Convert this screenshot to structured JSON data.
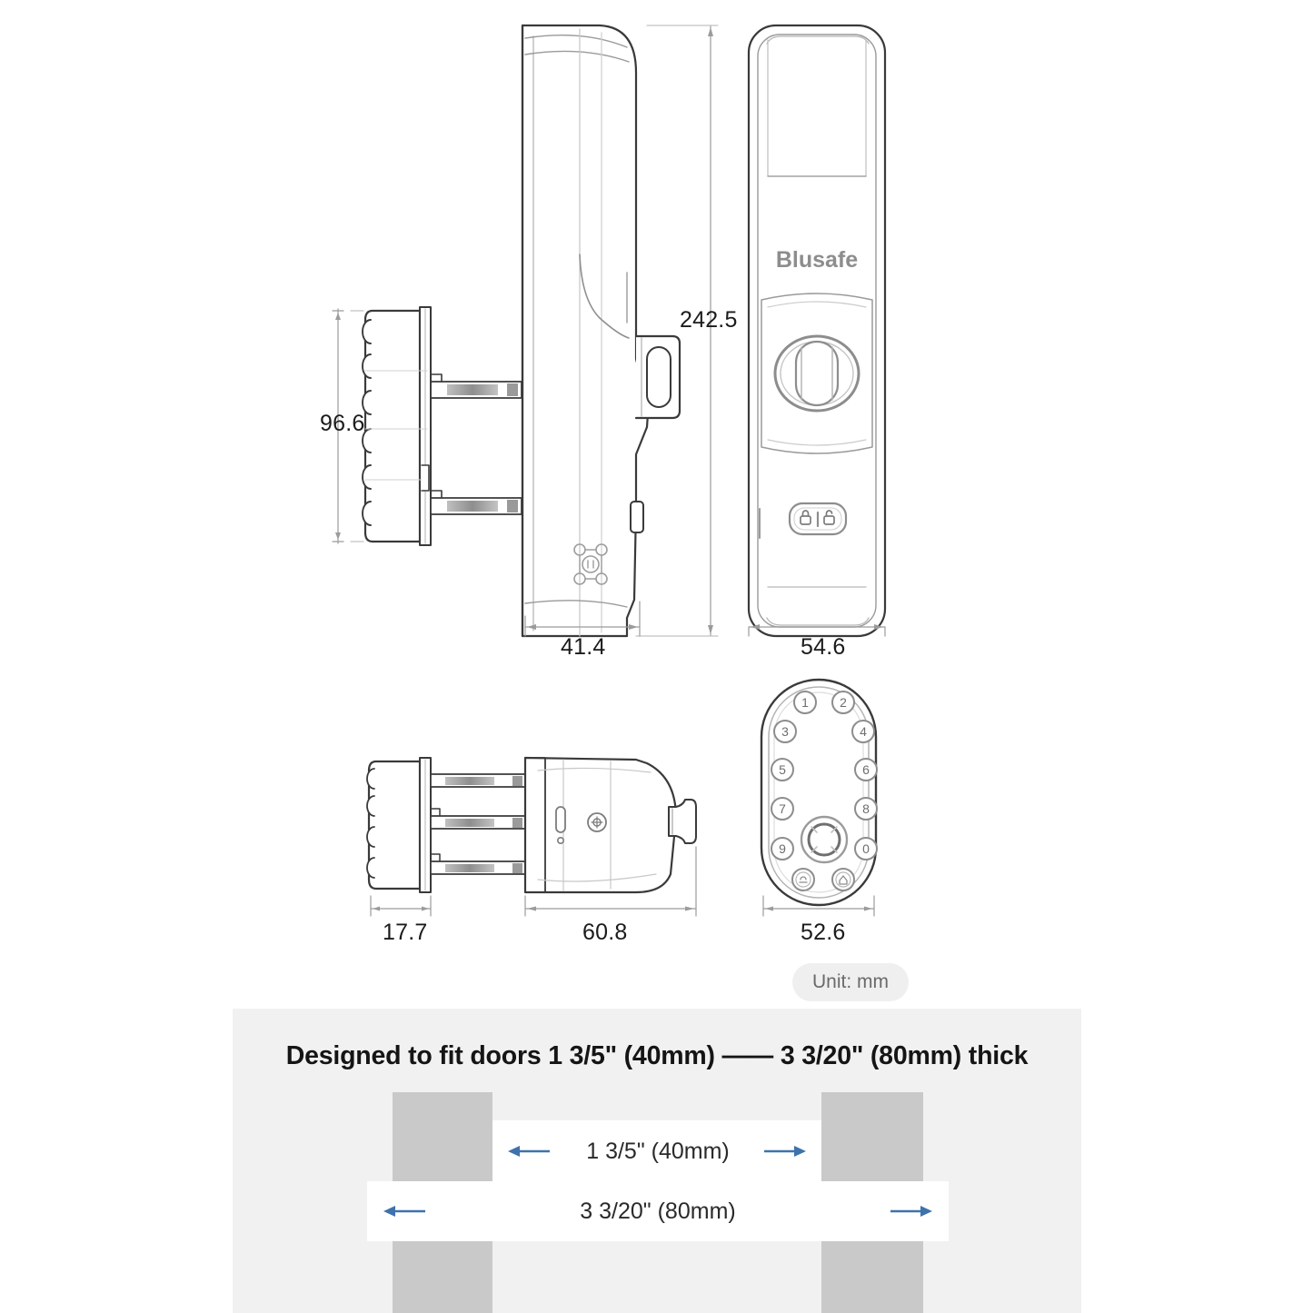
{
  "page": {
    "kind": "product-dimension-diagram",
    "brand": "Blusafe",
    "unit_badge": "Unit: mm"
  },
  "views": {
    "exterior_side": {
      "name": "exterior-side-view",
      "icons": [
        "speaker-grille-icon",
        "handle-icon"
      ],
      "dimensions": {
        "height": "242.5",
        "keypad_height": "96.6",
        "depth": "41.4"
      }
    },
    "front": {
      "name": "front-panel-view",
      "logo": "Blusafe",
      "thumbturn": "thumbturn-knob",
      "lock_button_icons": [
        "padlock-closed-icon",
        "divider",
        "padlock-open-icon"
      ],
      "dimensions": {
        "width": "54.6"
      }
    },
    "interior_side": {
      "name": "interior-side-view",
      "icons": [
        "usb-c-port-icon",
        "led-indicator-icon",
        "reset-screw-icon",
        "thumbturn-knob-icon"
      ],
      "dimensions": {
        "keypad_depth": "17.7",
        "body_depth": "60.8"
      }
    },
    "keypad": {
      "name": "keypad-face-view",
      "keys_left": [
        "1",
        "3",
        "5",
        "7",
        "9"
      ],
      "keys_right": [
        "2",
        "4",
        "6",
        "8",
        "0"
      ],
      "center_key": "fingerprint-reader",
      "bottom_keys": [
        "bell-icon",
        "home-icon"
      ],
      "dimensions": {
        "width": "52.6"
      }
    }
  },
  "dimension_labels": [
    {
      "id": "overall-height",
      "value": "242.5"
    },
    {
      "id": "keypad-height",
      "value": "96.6"
    },
    {
      "id": "exterior-depth",
      "value": "41.4"
    },
    {
      "id": "front-width",
      "value": "54.6"
    },
    {
      "id": "keypad-plate-depth",
      "value": "17.7"
    },
    {
      "id": "interior-depth",
      "value": "60.8"
    },
    {
      "id": "keypad-width",
      "value": "52.6"
    }
  ],
  "door_fit": {
    "title": "Designed to fit doors 1 3/5\" (40mm) —— 3 3/20\" (80mm) thick",
    "min_label": "1 3/5\" (40mm)",
    "max_label": "3 3/20\" (80mm)",
    "arrow_color": "#3e72ad",
    "panel_bg": "#f1f1f1",
    "block_color": "#c9c9c9"
  },
  "colors": {
    "line": "#3a3a3a",
    "line_light": "#9a9a9a",
    "dim_line": "#9b9b9b",
    "shade": "#8e8e8e",
    "text": "#1b1b1b",
    "badge_bg": "#efefef",
    "badge_text": "#6a6a6a"
  }
}
